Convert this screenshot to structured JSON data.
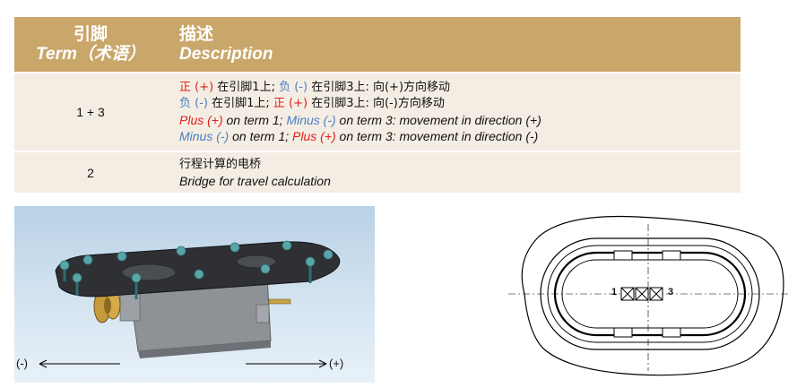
{
  "table": {
    "header": {
      "term_zh": "引脚",
      "term_en": "Term（术语）",
      "desc_zh": "描述",
      "desc_en": "Description"
    },
    "rows": [
      {
        "term": "1 + 3",
        "zh1": {
          "a": "正 (+)",
          "b": " 在引脚1上; ",
          "c": "负 (-)",
          "d": " 在引脚3上: 向(+)方向移动"
        },
        "zh2": {
          "a": "负 (-)",
          "b": " 在引脚1上; ",
          "c": "正 (+)",
          "d": " 在引脚3上: 向(-)方向移动"
        },
        "en1": {
          "a": "Plus (+)",
          "b": " on term 1; ",
          "c": "Minus (-)",
          "d": " on term 3: movement in direction (+)"
        },
        "en2": {
          "a": "Minus (-)",
          "b": " on term 1; ",
          "c": "Plus (+)",
          "d": " on term 3: movement in direction (-)"
        }
      },
      {
        "term": "2",
        "zh": "行程计算的电桥",
        "en": "Bridge for travel calculation"
      }
    ]
  },
  "photo": {
    "minus_label": "(-)",
    "plus_label": "(+)"
  },
  "drawing": {
    "term_left": "1",
    "term_right": "3"
  },
  "colors": {
    "header_bg": "#c9a66a",
    "row_bg": "#f4ede3",
    "plus_red": "#e0201c",
    "minus_blue": "#4a7fc0"
  }
}
